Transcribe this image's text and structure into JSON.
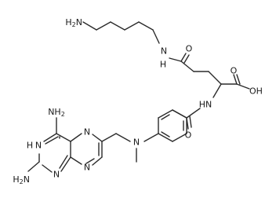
{
  "molecule": {
    "atom_labels": {
      "amine_terminal": {
        "main": "H",
        "sub": "2",
        "tail": "N"
      },
      "amide_n": "N",
      "amide_h": "H",
      "amide_o": "O",
      "acid_oh": "OH",
      "acid_o": "O",
      "alpha_nh": "HN",
      "benzamide_o": "O",
      "n_methyl": "N",
      "pteridine_n5": "N",
      "pteridine_n8": "N",
      "pteridine_n3": "N",
      "pteridine_h3": "H",
      "pteridine_n1": "N",
      "amino_4": {
        "main": "NH",
        "sub": "2"
      },
      "amino_2": {
        "main": "H",
        "sub": "2",
        "tail": "N"
      }
    }
  }
}
